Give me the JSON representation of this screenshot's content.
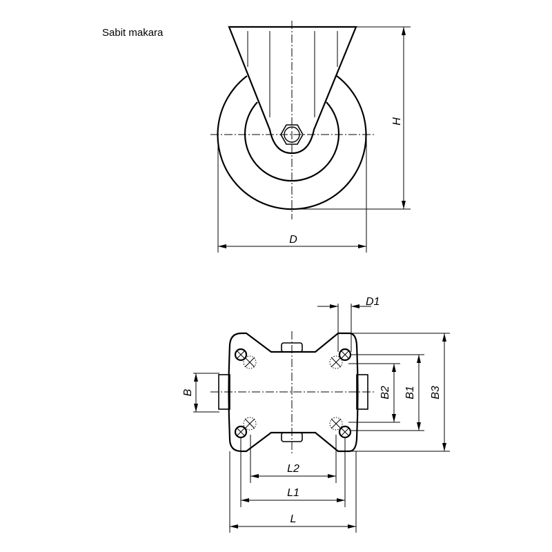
{
  "caption": "Sabit makara",
  "side_view": {
    "height_label": "H",
    "diameter_label": "D"
  },
  "bottom_view": {
    "hole_diameter_label": "D1",
    "width_label": "B",
    "b2_label": "B2",
    "b1_label": "B1",
    "b3_label": "B3",
    "l2_label": "L2",
    "l1_label": "L1",
    "length_label": "L"
  }
}
